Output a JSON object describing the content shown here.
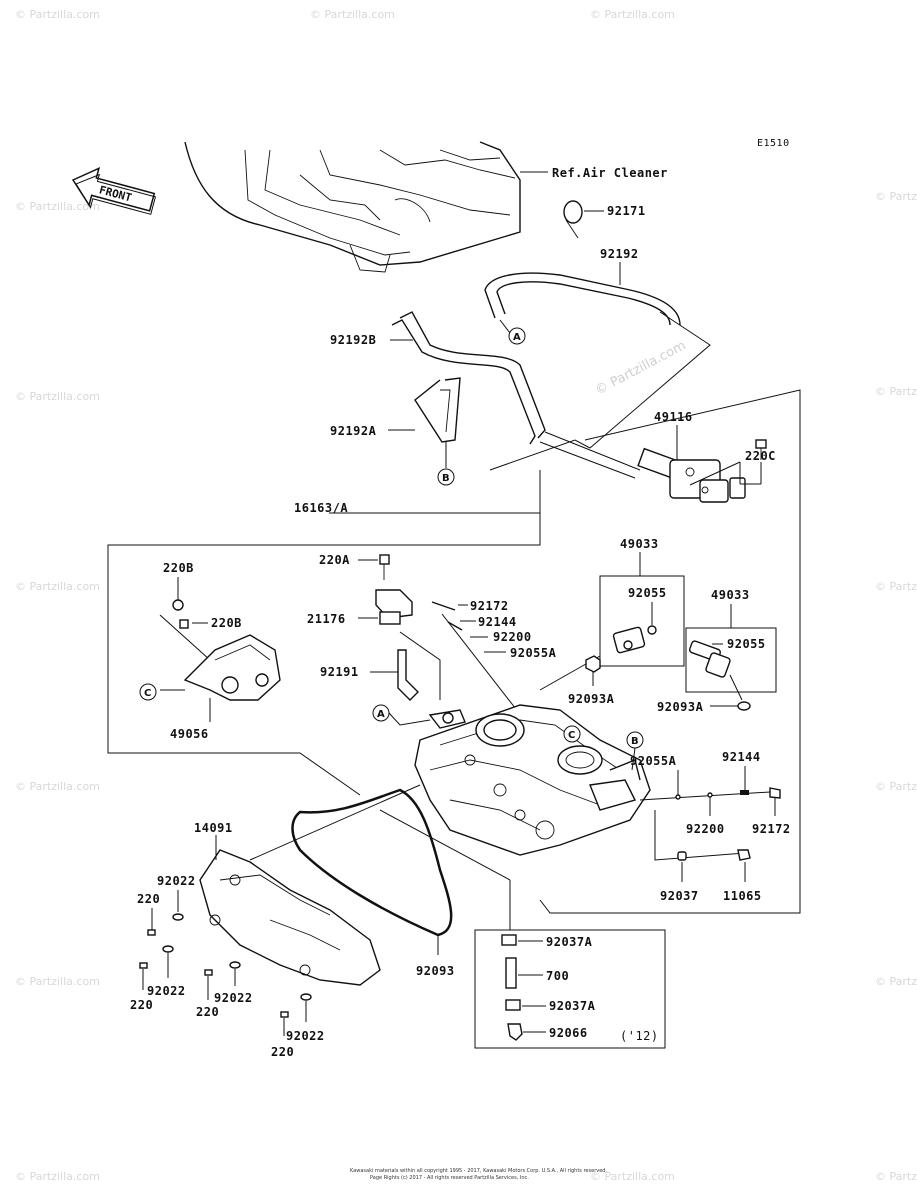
{
  "diagram_code": "E1510",
  "front_label": "FRONT",
  "ref_label": "Ref.Air Cleaner",
  "watermark": "© Partzilla.com",
  "year_note": "('12)",
  "footer_line1": "Kawasaki materials within all copyright 1995 - 2017, Kawasaki Motors Corp. U.S.A., All rights reserved.",
  "footer_line2": "Page Rights (c) 2017 - All rights reserved Partzilla Services, Inc.",
  "callouts": {
    "A": "A",
    "B": "B",
    "C": "C"
  },
  "parts": {
    "p92171": "92171",
    "p92192": "92192",
    "p92192B": "92192B",
    "p92192A": "92192A",
    "p49116": "49116",
    "p220C": "220C",
    "p16163A": "16163/A",
    "p220A": "220A",
    "p220B_1": "220B",
    "p220B_2": "220B",
    "p21176": "21176",
    "p92172_1": "92172",
    "p92144_1": "92144",
    "p92200_1": "92200",
    "p92055A_1": "92055A",
    "p92191": "92191",
    "p49056": "49056",
    "p49033_1": "49033",
    "p92055_1": "92055",
    "p92093A_1": "92093A",
    "p49033_2": "49033",
    "p92055_2": "92055",
    "p92093A_2": "92093A",
    "p92055A_2": "92055A",
    "p92144_2": "92144",
    "p92200_2": "92200",
    "p92172_2": "92172",
    "p92037": "92037",
    "p11065": "11065",
    "p14091": "14091",
    "p92022_1": "92022",
    "p220_1": "220",
    "p92022_2": "92022",
    "p220_2": "220",
    "p92022_3": "92022",
    "p220_3": "220",
    "p92022_4": "92022",
    "p220_4": "220",
    "p92093": "92093",
    "p92037A_1": "92037A",
    "p700": "700",
    "p92037A_2": "92037A",
    "p92066": "92066"
  }
}
